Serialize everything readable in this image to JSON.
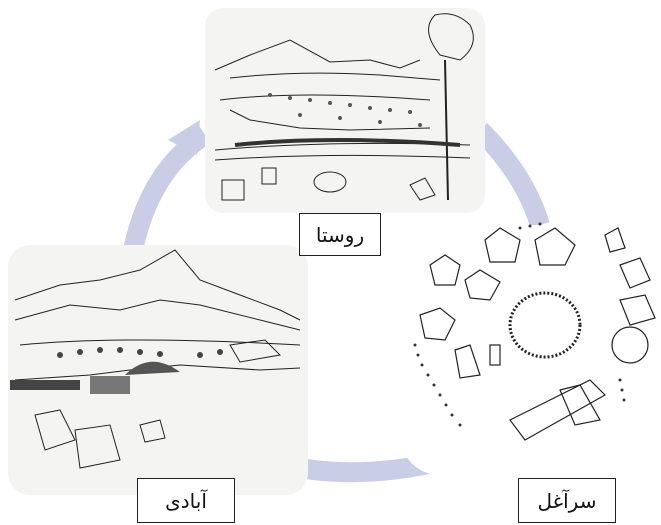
{
  "stages": [
    {
      "id": "rusta",
      "label": "روستا",
      "scene": "village-sketch"
    },
    {
      "id": "sarghol",
      "label": "سرآغل",
      "scene": "camp-plan-sketch"
    },
    {
      "id": "abadi",
      "label": "آبادی",
      "scene": "settlement-sketch"
    }
  ],
  "colors": {
    "cycle_arrow": "#c9cde6",
    "ink": "#222222",
    "panel_bg": "#f4f4f2"
  }
}
